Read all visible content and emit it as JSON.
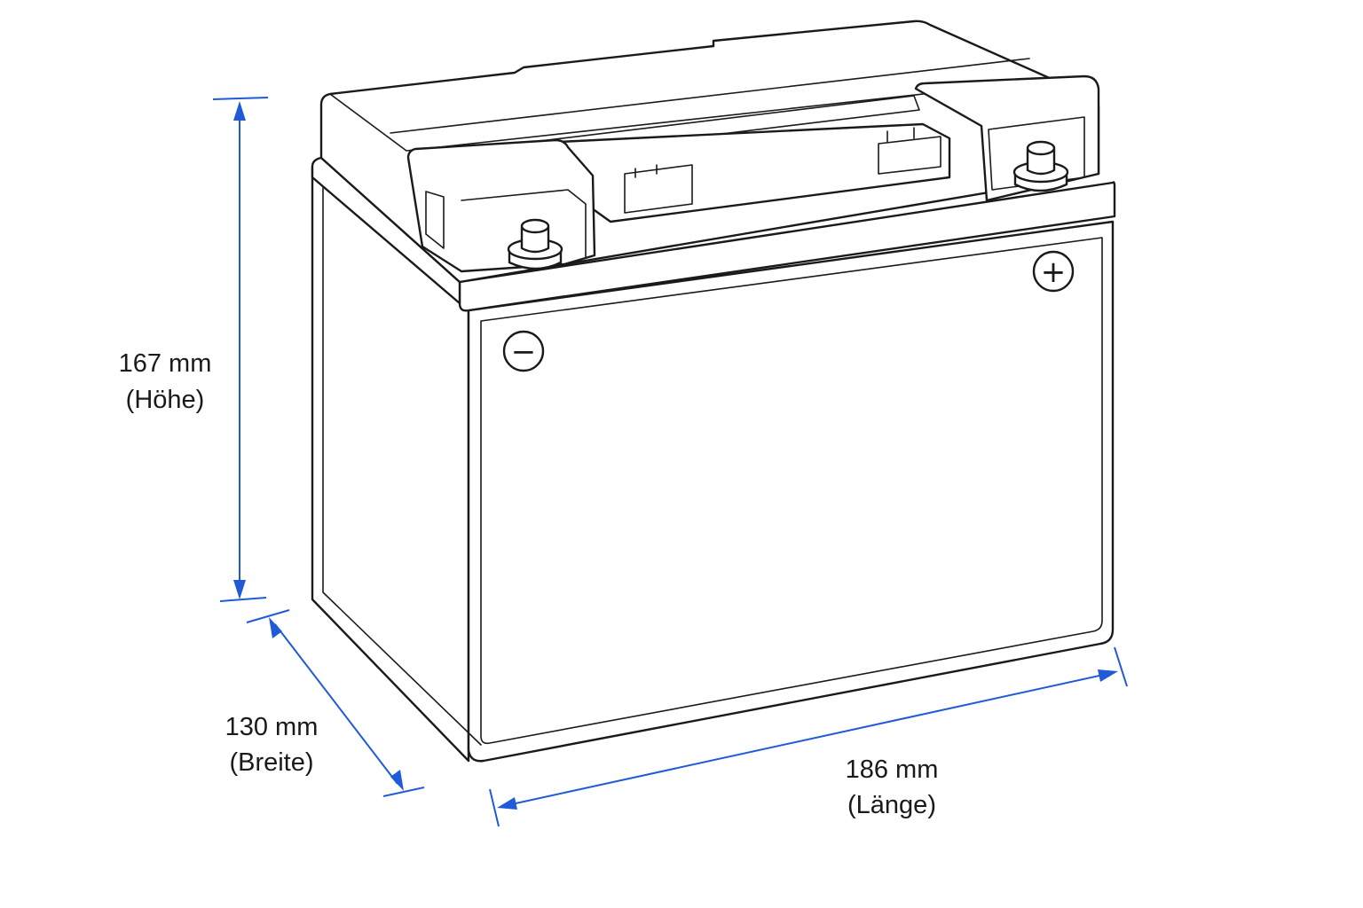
{
  "dimensions": {
    "height": {
      "value": "167 mm",
      "label": "(Höhe)"
    },
    "width": {
      "value": "130 mm",
      "label": "(Breite)"
    },
    "length": {
      "value": "186 mm",
      "label": "(Länge)"
    }
  },
  "terminals": {
    "negative_symbol": "−",
    "positive_symbol": "+"
  },
  "colors": {
    "dimension_lines": "#1f5bd6",
    "outline": "#1a1a1a",
    "background": "#ffffff"
  }
}
